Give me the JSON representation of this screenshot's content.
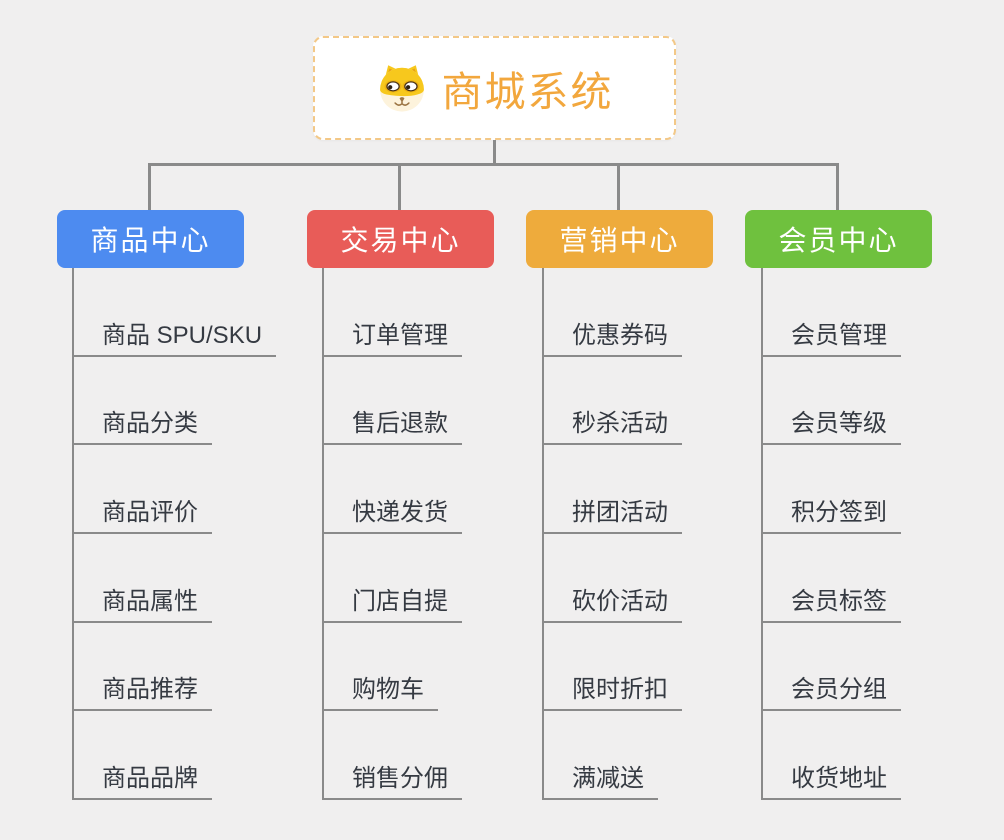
{
  "root": {
    "title": "商城系统",
    "icon": "dog-icon"
  },
  "branches": [
    {
      "label": "商品中心",
      "color": "#4d8bf0",
      "items": [
        "商品 SPU/SKU",
        "商品分类",
        "商品评价",
        "商品属性",
        "商品推荐",
        "商品品牌"
      ]
    },
    {
      "label": "交易中心",
      "color": "#e85c58",
      "items": [
        "订单管理",
        "售后退款",
        "快递发货",
        "门店自提",
        "购物车",
        "销售分佣"
      ]
    },
    {
      "label": "营销中心",
      "color": "#eeab3c",
      "items": [
        "优惠券码",
        "秒杀活动",
        "拼团活动",
        "砍价活动",
        "限时折扣",
        "满减送"
      ]
    },
    {
      "label": "会员中心",
      "color": "#6fc13e",
      "items": [
        "会员管理",
        "会员等级",
        "积分签到",
        "会员标签",
        "会员分组",
        "收货地址"
      ]
    }
  ],
  "colors": {
    "background": "#f0efef",
    "connector": "#8a8a8a",
    "root_text": "#f2a73d",
    "root_border": "#f3c887",
    "leaf_text": "#353a42"
  }
}
